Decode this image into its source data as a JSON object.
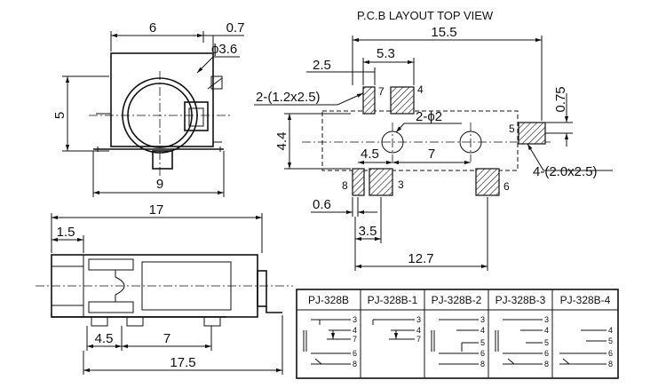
{
  "front_view": {
    "dim_width": "6",
    "dim_offset": "0.7",
    "dim_diameter": "ϕ3.6",
    "dim_height": "5",
    "dim_base": "9"
  },
  "side_view": {
    "dim_length": "17",
    "dim_lip": "1.5",
    "dim_pin_a": "4.5",
    "dim_pin_b": "7",
    "dim_total": "17.5"
  },
  "pcb": {
    "title": "P.C.B LAYOUT  TOP VIEW",
    "dim_total": "15.5",
    "dim_top_pads": "5.3",
    "dim_pad_gap": "2.5",
    "callout_small_pads": "2-(1.2x2.5)",
    "callout_holes": "2-ϕ2",
    "dim_height": "4.4",
    "dim_hole_offset": "4.5",
    "dim_hole_spacing": "7",
    "dim_pad_offset": "0.75",
    "callout_large_pads": "4-(2.0x2.5)",
    "dim_pin_width": "0.6",
    "dim_pin_pitch": "3.5",
    "dim_bottom": "12.7",
    "pads": [
      "7",
      "4",
      "8",
      "3",
      "6",
      "5"
    ]
  },
  "variants": {
    "headers": [
      "PJ-328B",
      "PJ-328B-1",
      "PJ-328B-2",
      "PJ-328B-3",
      "PJ-328B-4"
    ],
    "cells": [
      [
        "3",
        "4",
        "7",
        "6",
        "8"
      ],
      [
        "3",
        "4",
        "7"
      ],
      [
        "3",
        "4",
        "5",
        "6",
        "8"
      ],
      [
        "3",
        "4",
        "5",
        "6",
        "8"
      ],
      [
        "4",
        "5",
        "6",
        "8"
      ]
    ]
  }
}
